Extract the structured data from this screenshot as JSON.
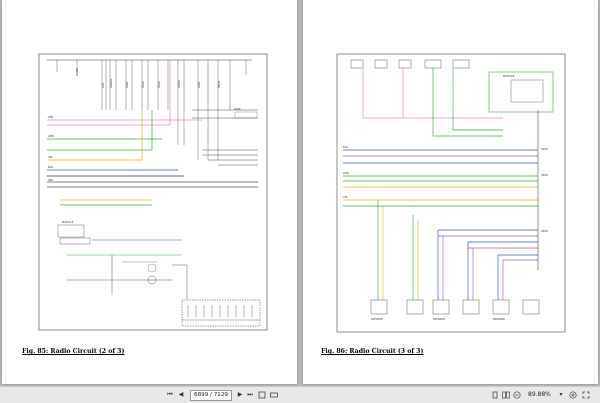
{
  "pages": {
    "left": {
      "caption": "Fig. 85: Radio Circuit (2 of 3)"
    },
    "right": {
      "caption": "Fig. 86: Radio Circuit (3 of 3)"
    }
  },
  "toolbar": {
    "page_indicator": "6899 / 7129",
    "zoom": "89.88%",
    "zoom_arrow": "▾",
    "first_page": "⏮",
    "prev_page": "◀",
    "next_page": "▶",
    "last_page": "⏭"
  },
  "icons": {
    "fit_page": "fit-page-icon",
    "fit_width": "fit-width-icon",
    "zoom_out": "zoom-out-icon",
    "zoom_in": "zoom-in-icon"
  },
  "colors": {
    "viewer_bg": "#b9b9b9",
    "wire_green": "#3aa63a",
    "wire_pink": "#e58ac7",
    "wire_yellow": "#d6c21a",
    "wire_blue": "#3355bb",
    "wire_violet": "#9a55c8"
  }
}
